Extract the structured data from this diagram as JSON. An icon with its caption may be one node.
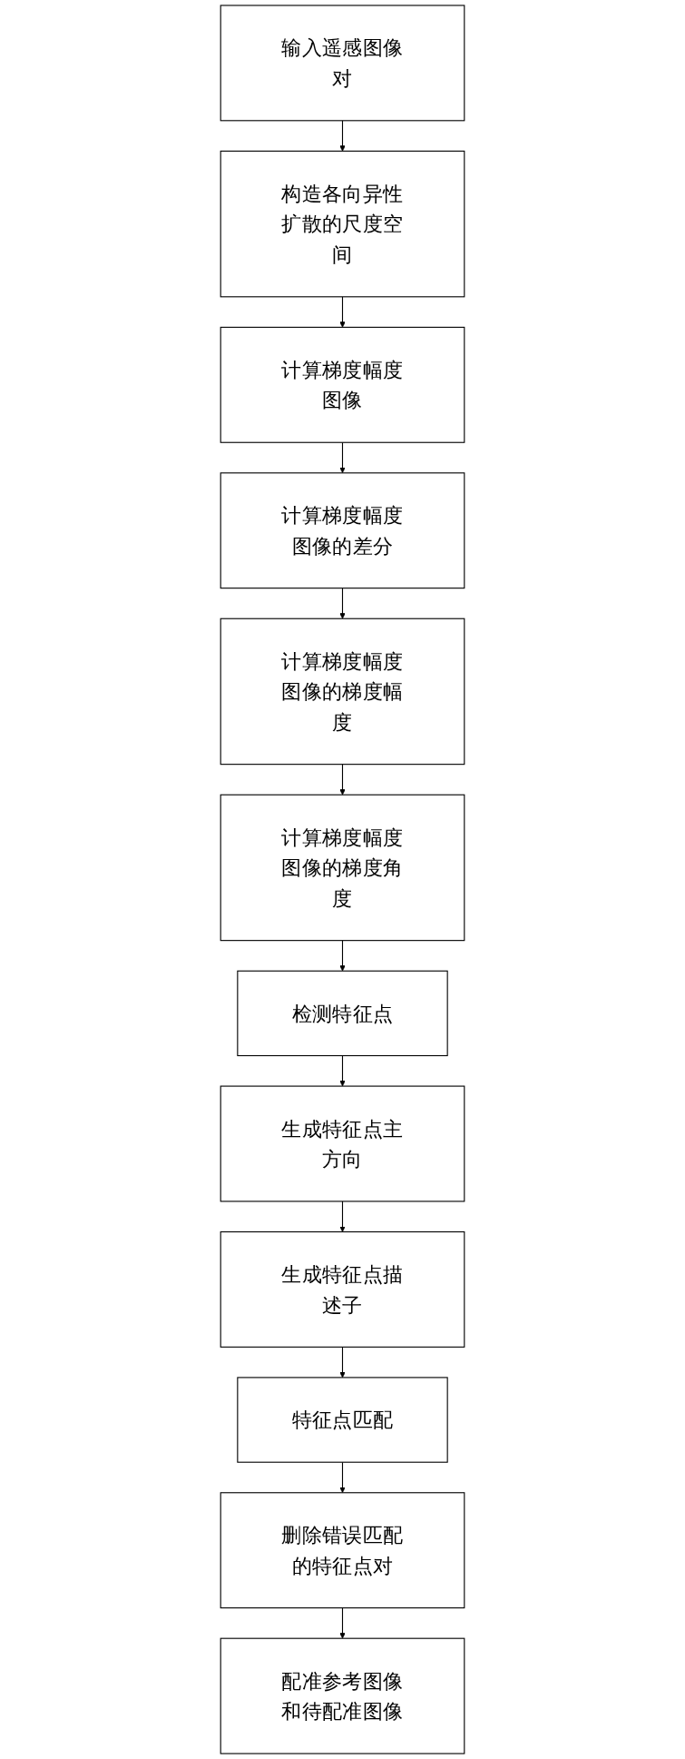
{
  "diagram": {
    "nodes": [
      {
        "text": [
          "输入遥感图像对"
        ]
      },
      {
        "text": [
          "构造各向异性扩散的尺度空间"
        ]
      },
      {
        "text": [
          "计算梯度幅度图像"
        ]
      },
      {
        "text": [
          "计算梯度幅度图像的差分"
        ]
      },
      {
        "text": [
          "计算梯度幅度图像的梯度幅度"
        ]
      },
      {
        "text": [
          "计算梯度幅度图像的梯度角度"
        ]
      },
      {
        "text": [
          "检测特征点"
        ]
      },
      {
        "text": [
          "生成特征点主方向"
        ]
      },
      {
        "text": [
          "生成特征点描述子"
        ]
      },
      {
        "text": [
          "特征点匹配"
        ]
      },
      {
        "text": [
          "删除错误匹配的特征点对"
        ]
      },
      {
        "text": [
          "配准参考图像和待配准图像"
        ]
      }
    ],
    "edges": [
      {
        "from": 0,
        "to": 1,
        "arrow": "to"
      },
      {
        "from": 1,
        "to": 2,
        "arrow": "to"
      },
      {
        "from": 2,
        "to": 3,
        "arrow": "to"
      },
      {
        "from": 3,
        "to": 4,
        "arrow": "to"
      },
      {
        "from": 4,
        "to": 5,
        "arrow": "to"
      },
      {
        "from": 5,
        "to": 6,
        "arrow": "to"
      },
      {
        "from": 6,
        "to": 7,
        "arrow": "to"
      },
      {
        "from": 7,
        "to": 8,
        "arrow": "to"
      },
      {
        "from": 8,
        "to": 9,
        "arrow": "to"
      },
      {
        "from": 9,
        "to": 10,
        "arrow": "to"
      },
      {
        "from": 10,
        "to": 11,
        "arrow": "to"
      }
    ]
  }
}
